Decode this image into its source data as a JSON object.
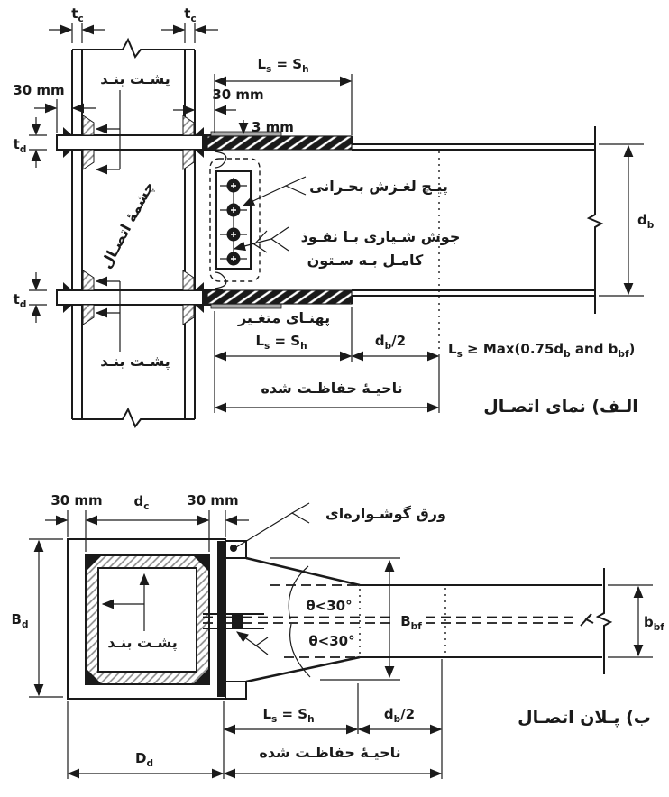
{
  "figure": {
    "caption_a": "الـف) نمای اتصـال",
    "caption_b": "ب) پـلان اتصـال"
  },
  "labels": {
    "backing_bar": "پشـت بنـد",
    "panel_zone": "چشمۀ اتصـال",
    "slip_critical_bolt": "پیـچ لغـزش بحـرانی",
    "cjp_weld_line1": "جوش شـیاری بـا نفـوذ",
    "cjp_weld_line2": "کامـل بـه سـتون",
    "variable_width": "پهنـای متغـیر",
    "protected_zone": "ناحیـۀ حفاظـت شده",
    "ear_plate": "ورق گوشـواره‌ای"
  },
  "dims": {
    "mm30": "30 mm",
    "mm3": "3 mm",
    "theta": "θ<30°",
    "tc": [
      "t",
      "c"
    ],
    "td": [
      "t",
      "d"
    ],
    "dc": [
      "d",
      "c"
    ],
    "db": [
      "d",
      "b"
    ],
    "Bd": [
      "B",
      "d"
    ],
    "Dd": [
      "D",
      "d"
    ],
    "Bbf": [
      "B",
      "bf"
    ],
    "bbf": [
      "b",
      "bf"
    ],
    "LsSh": [
      "L",
      "s",
      " = S",
      "h"
    ],
    "db2": [
      "d",
      "b",
      "/2"
    ],
    "formula": [
      "L",
      "s",
      " ≥ Max(0.75d",
      "b",
      " and b",
      "bf",
      ")"
    ]
  },
  "colors": {
    "ink": "#1a1a1a",
    "paper": "#ffffff",
    "shim_gray": "#aaaaaa",
    "hatch_gray": "#888888"
  }
}
